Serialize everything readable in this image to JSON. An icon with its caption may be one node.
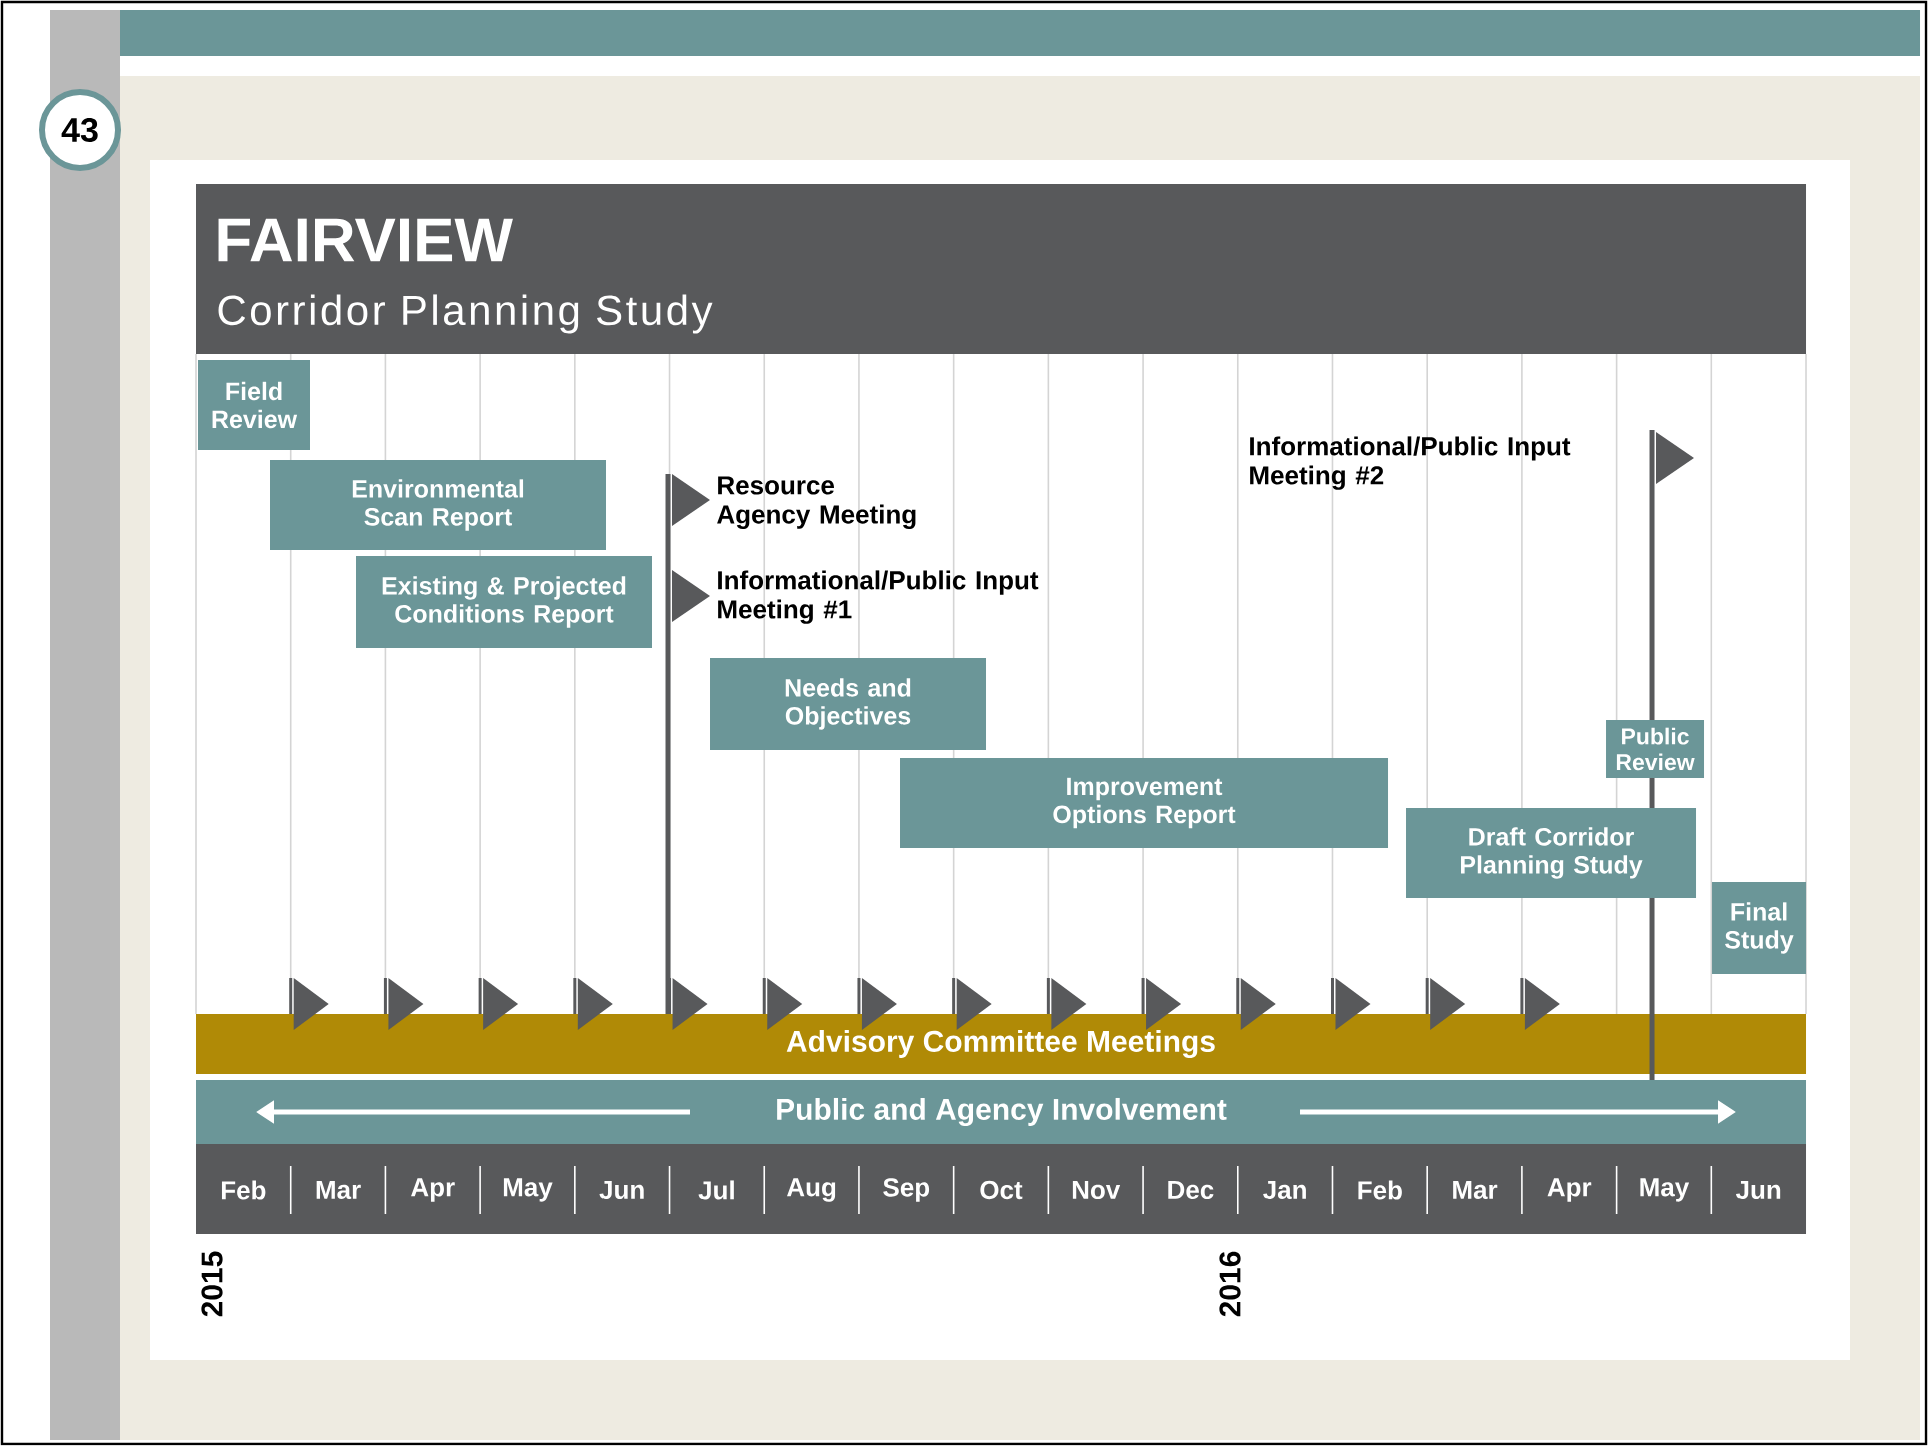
{
  "diagram": {
    "nodes": [
      {
        "text": [
          "43"
        ]
      },
      {
        "text": [
          "FAIRVIEW",
          "Corridor Planning Study"
        ]
      },
      {
        "text": [
          "Field Review"
        ]
      },
      {
        "text": [
          "Environmental Scan Report"
        ]
      },
      {
        "text": [
          "Existing & Projected Conditions Report"
        ]
      },
      {
        "text": [
          "Needs and Objectives"
        ]
      },
      {
        "text": [
          "Public Review"
        ]
      },
      {
        "text": [
          "Improvement Options Report"
        ]
      },
      {
        "text": [
          "Draft Corridor Planning Study"
        ]
      },
      {
        "text": [
          "Final Study"
        ]
      },
      {
        "text": [
          "Advisory Committee Meetings"
        ]
      },
      {
        "text": [
          "Public and Agency Involvement"
        ]
      },
      {
        "text": [
          "Feb",
          "Mar",
          "Apr",
          "May",
          "Jun",
          "Jul",
          "Aug",
          "Sep",
          "Oct",
          "Nov",
          "Dec",
          "Jan",
          "Feb",
          "Mar",
          "Apr",
          "May",
          "Jun"
        ]
      }
    ],
    "labels": [
      "Informational/Public Input Meeting #2",
      "Resource Agency Meeting",
      "Informational/Public Input Meeting #1",
      "2015",
      "2016"
    ]
  }
}
